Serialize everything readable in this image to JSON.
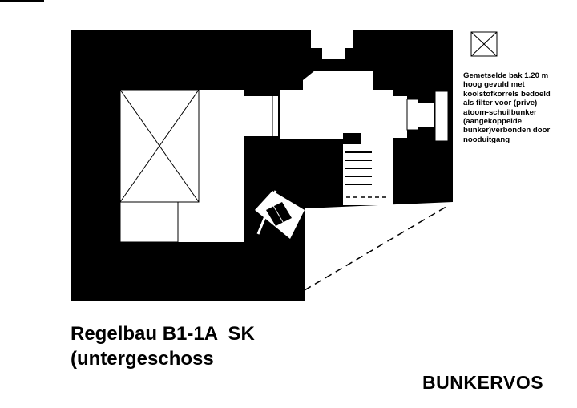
{
  "legend": {
    "symbol": "crossed-box",
    "lines": [
      "Gemetselde bak 1.20 m",
      "hoog gevuld met",
      "koolstofkorrels bedoeld",
      "als filter voor (prive)",
      "atoom-schuilbunker",
      "(aangekoppelde",
      "bunker)verbonden door",
      "nooduitgang"
    ]
  },
  "title": {
    "line1": "Regelbau B1-1A  SK",
    "line2": "(untergeschoss"
  },
  "signature": "BUNKERVOS",
  "colors": {
    "wall": "#000000",
    "room": "#ffffff"
  }
}
